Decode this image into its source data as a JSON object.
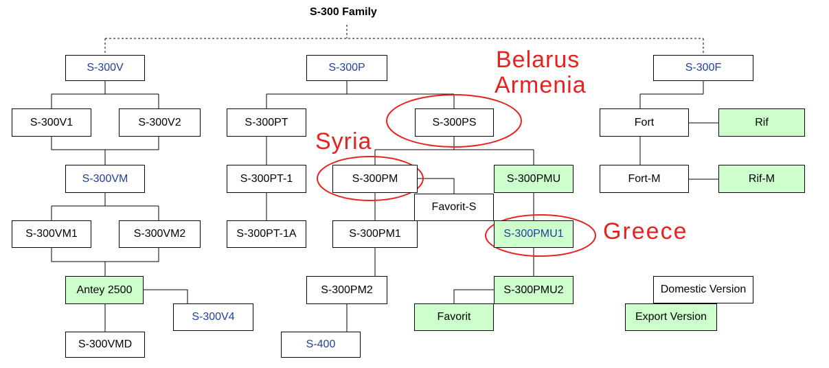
{
  "title": "S-300 Family",
  "nodes": {
    "s300v": "S-300V",
    "s300p": "S-300P",
    "s300f": "S-300F",
    "s300v1": "S-300V1",
    "s300v2": "S-300V2",
    "s300pt": "S-300PT",
    "s300ps": "S-300PS",
    "fort": "Fort",
    "rif": "Rif",
    "s300vm": "S-300VM",
    "s300pt1": "S-300PT-1",
    "s300pm": "S-300PM",
    "s300pmu": "S-300PMU",
    "fortm": "Fort-M",
    "rifm": "Rif-M",
    "favorits": "Favorit-S",
    "s300vm1": "S-300VM1",
    "s300vm2": "S-300VM2",
    "s300pt1a": "S-300PT-1A",
    "s300pm1": "S-300PM1",
    "s300pmu1": "S-300PMU1",
    "antey2500": "Antey 2500",
    "s300pm2": "S-300PM2",
    "s300pmu2": "S-300PMU2",
    "s300v4": "S-300V4",
    "favorit": "Favorit",
    "s300vmd": "S-300VMD",
    "s400": "S-400"
  },
  "legend": {
    "domestic": "Domestic Version",
    "export": "Export Version"
  },
  "annotations": {
    "belarus": "Belarus",
    "armenia": "Armenia",
    "syria": "Syria",
    "greece": "Greece"
  },
  "colors": {
    "export_fill": "#ccffcc",
    "blue_text": "#1f3f9a",
    "annotation_red": "#e8211f"
  }
}
